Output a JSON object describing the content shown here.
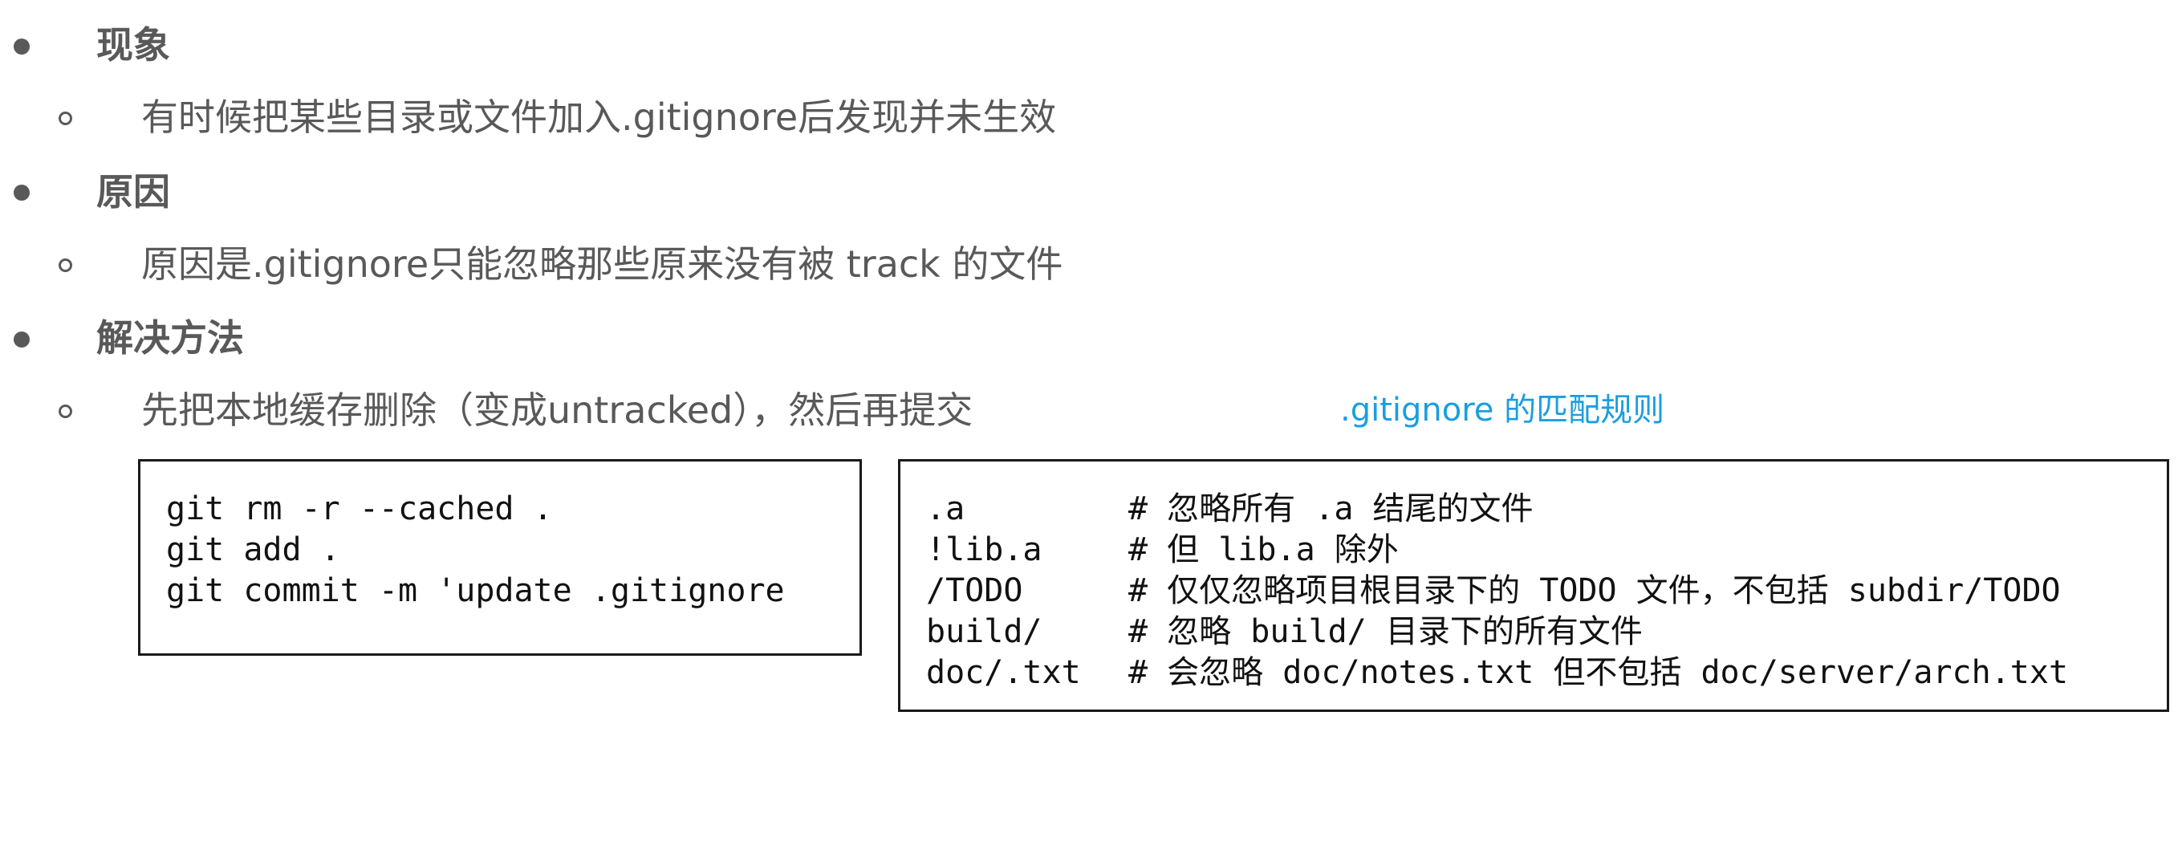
{
  "sections": [
    {
      "heading": "现象",
      "detail": "有时候把某些目录或文件加入.gitignore后发现并未生效"
    },
    {
      "heading": "原因",
      "detail": "原因是.gitignore只能忽略那些原来没有被 track 的文件"
    },
    {
      "heading": "解决方法",
      "detail": "先把本地缓存删除（变成untracked），然后再提交"
    }
  ],
  "rules_link": ".gitignore 的匹配规则",
  "commands": [
    "git rm -r --cached .",
    "git add .",
    "git commit -m 'update .gitignore"
  ],
  "rules": [
    {
      "pattern": ".a",
      "comment": "# 忽略所有 .a 结尾的文件"
    },
    {
      "pattern": "!lib.a",
      "comment": "# 但 lib.a 除外"
    },
    {
      "pattern": "/TODO",
      "comment": "# 仅仅忽略项目根目录下的 TODO 文件，不包括 subdir/TODO"
    },
    {
      "pattern": "build/",
      "comment": "# 忽略 build/ 目录下的所有文件"
    },
    {
      "pattern": "doc/.txt",
      "comment": "# 会忽略 doc/notes.txt 但不包括 doc/server/arch.txt"
    }
  ]
}
